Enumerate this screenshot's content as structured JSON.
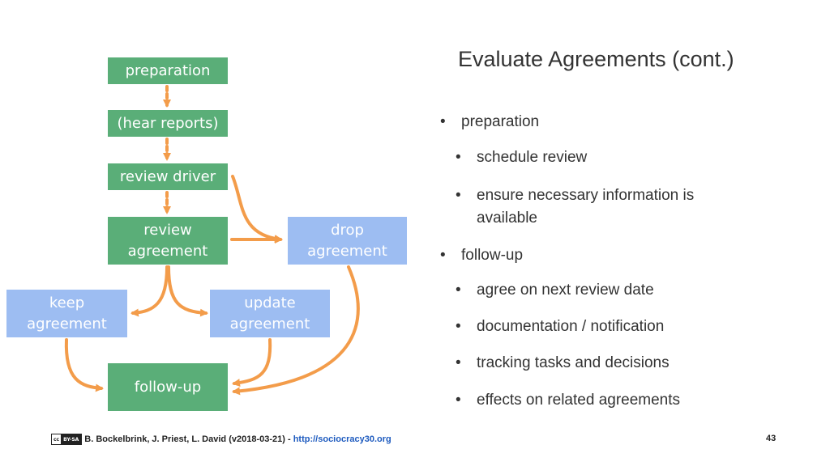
{
  "slide": {
    "title": "Evaluate Agreements (cont.)",
    "page_number": "43"
  },
  "diagram": {
    "nodes": {
      "preparation": "preparation",
      "hear_reports": "(hear reports)",
      "review_driver": "review driver",
      "review_agreement": "review\nagreement",
      "drop_agreement": "drop\nagreement",
      "keep_agreement": "keep\nagreement",
      "update_agreement": "update\nagreement",
      "follow_up": "follow-up"
    },
    "colors": {
      "green": "#5aae78",
      "blue": "#9dbdf2",
      "arrow": "#f39c4a"
    }
  },
  "bullets": [
    {
      "text": "preparation",
      "level": 1
    },
    {
      "text": "schedule review",
      "level": 2
    },
    {
      "text": "ensure necessary information is available",
      "level": 2
    },
    {
      "text": "follow-up",
      "level": 1
    },
    {
      "text": "agree on next review date",
      "level": 2
    },
    {
      "text": "documentation / notification",
      "level": 2
    },
    {
      "text": "tracking tasks and decisions",
      "level": 2
    },
    {
      "text": "effects on related agreements",
      "level": 2
    }
  ],
  "footer": {
    "license_badge": "cc BY-SA",
    "credit": "B. Bockelbrink, J. Priest, L. David (v2018-03-21) -",
    "link": "http://sociocracy30.org"
  }
}
